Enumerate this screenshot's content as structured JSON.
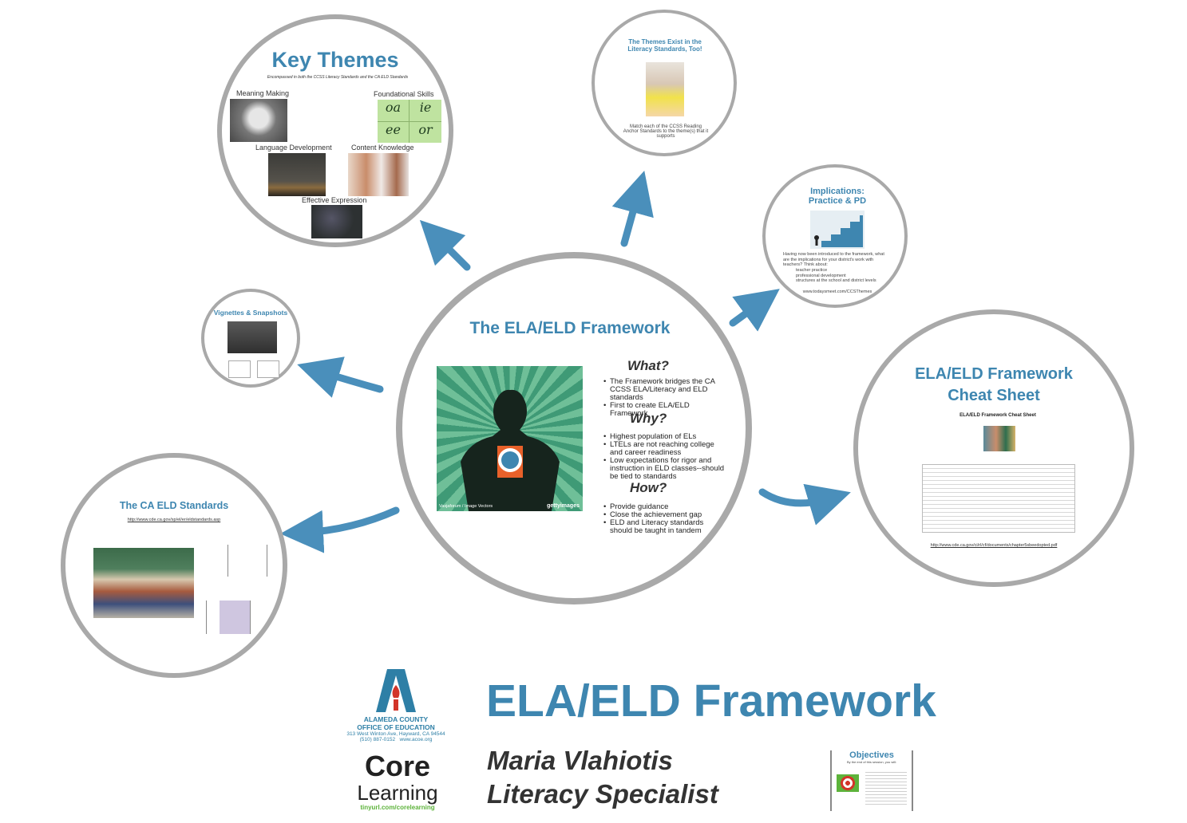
{
  "key_themes": {
    "title": "Key Themes",
    "subtitle": "Encompassed in both the CCSS Literacy Standards and the CA ELD Standards",
    "items": [
      "Meaning Making",
      "Foundational Skills",
      "Language Development",
      "Content Knowledge",
      "Effective Expression"
    ],
    "tile_letters": [
      "oa",
      "ie",
      "ee",
      "or"
    ]
  },
  "themes_exist": {
    "title": "The Themes Exist in the Literacy Standards, Too!",
    "caption": "Match each of the CCSS Reading Anchor Standards to the theme(s) that it supports"
  },
  "implications": {
    "title": "Implications: Practice & PD",
    "body": "Having now been introduced to the framework, what are the implications for your district's work with teachers? Think about:",
    "bullets": [
      "teacher practice",
      "professional development",
      "structures at the school and district levels"
    ],
    "link": "www.todaysmeet.com/CCSThemes"
  },
  "vignettes": {
    "title": "Vignettes & Snapshots"
  },
  "center": {
    "title": "The ELA/ELD Framework",
    "image_caption": "Vasjaforum / Image Vectors",
    "image_brand": "gettyimages",
    "what_heading": "What?",
    "what_bullets": [
      "The Framework bridges the CA CCSS ELA/Literacy and ELD standards",
      "First to create ELA/ELD Framework"
    ],
    "why_heading": "Why?",
    "why_bullets": [
      "Highest population of ELs",
      "LTELs are not reaching college and career readiness",
      "Low expectations for rigor and instruction in ELD classes--should be tied to standards"
    ],
    "how_heading": "How?",
    "how_bullets": [
      "Provide guidance",
      "Close the achievement gap",
      "ELD and Literacy standards should be taught in tandem"
    ]
  },
  "cheat_sheet": {
    "title": "ELA/ELD Framework Cheat Sheet",
    "doc_title": "ELA/ELD Framework Cheat Sheet",
    "link": "http://www.cde.ca.gov/ci/rl/cf/documents/chapter5sbeedopted.pdf"
  },
  "eld_standards": {
    "title": "The CA ELD Standards",
    "link": "http://www.cde.ca.gov/sp/el/er/eldstandards.asp"
  },
  "footer": {
    "title": "ELA/ELD Framework",
    "name": "Maria Vlahiotis",
    "role": "Literacy Specialist",
    "org_name": "ALAMEDA COUNTY OFFICE OF EDUCATION",
    "org_address": "313 West Winton Ave, Hayward, CA 94544",
    "org_phone": "(510) 887-0152",
    "org_web": "www.acoe.org",
    "core_line1": "Core",
    "core_line2": "Learning",
    "core_url": "tinyurl.com/corelearning",
    "objectives_title": "Objectives",
    "objectives_sub": "By the end of this session, you will:"
  },
  "colors": {
    "accent": "#3e86b0",
    "ring": "#a9a9a9",
    "arrow": "#4a8fbb",
    "logo_blue": "#2e7fa6",
    "logo_red": "#d2352a",
    "apple_green": "#5db33b"
  }
}
